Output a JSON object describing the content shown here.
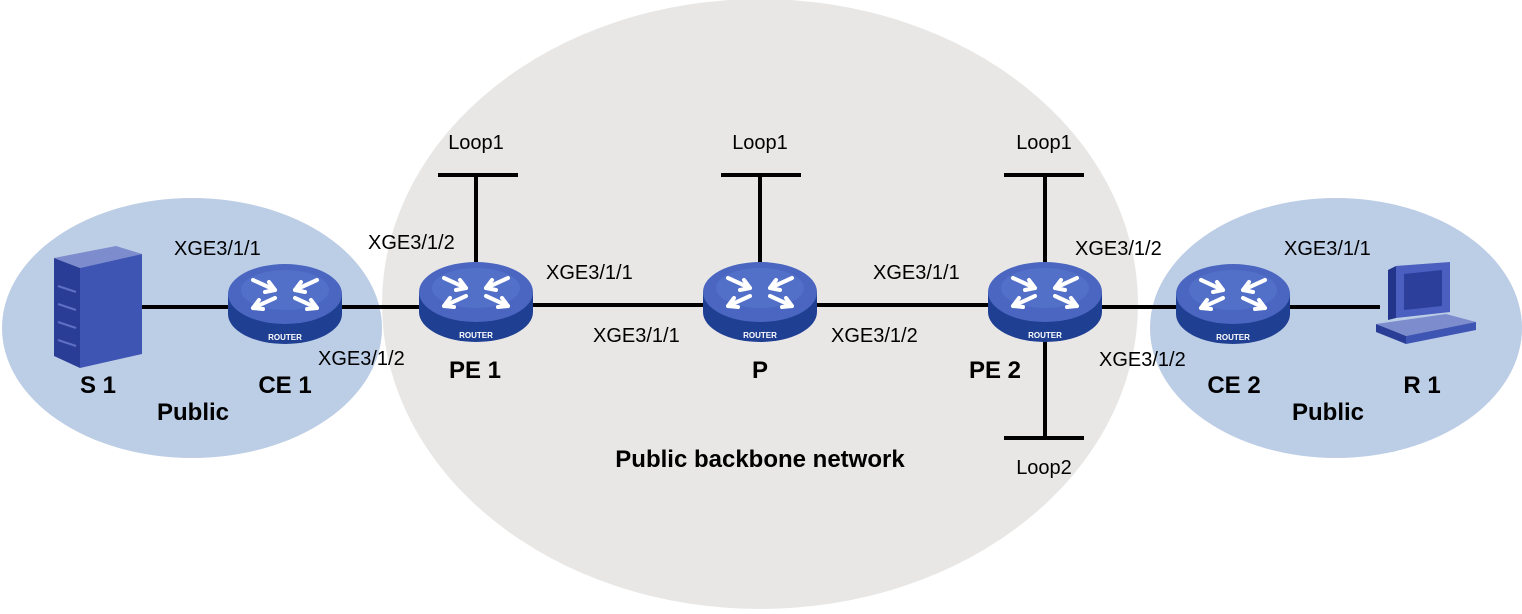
{
  "regions": {
    "backbone_label": "Public backbone network",
    "left_site_label": "Public",
    "right_site_label": "Public"
  },
  "devices": {
    "s1": "S 1",
    "ce1": "CE 1",
    "pe1": "PE 1",
    "p": "P",
    "pe2": "PE 2",
    "ce2": "CE 2",
    "r1": "R 1",
    "router_badge": "ROUTER"
  },
  "interfaces": {
    "ce1_xge311": "XGE3/1/1",
    "ce1_xge312": "XGE3/1/2",
    "pe1_xge312": "XGE3/1/2",
    "pe1_xge311": "XGE3/1/1",
    "p_xge311_left": "XGE3/1/1",
    "p_xge311_right": "XGE3/1/1",
    "p_xge312": "XGE3/1/2",
    "pe2_xge312_top": "XGE3/1/2",
    "pe2_xge312_bottom": "XGE3/1/2",
    "ce2_xge311": "XGE3/1/1"
  },
  "loopbacks": {
    "pe1_loop1": "Loop1",
    "p_loop1": "Loop1",
    "pe2_loop1": "Loop1",
    "pe2_loop2": "Loop2"
  },
  "colors": {
    "backbone_fill": "#e8e7e6",
    "site_fill": "#bccde6",
    "router_top": "#4a66c0",
    "router_side": "#1f3f93",
    "link": "#000000"
  }
}
